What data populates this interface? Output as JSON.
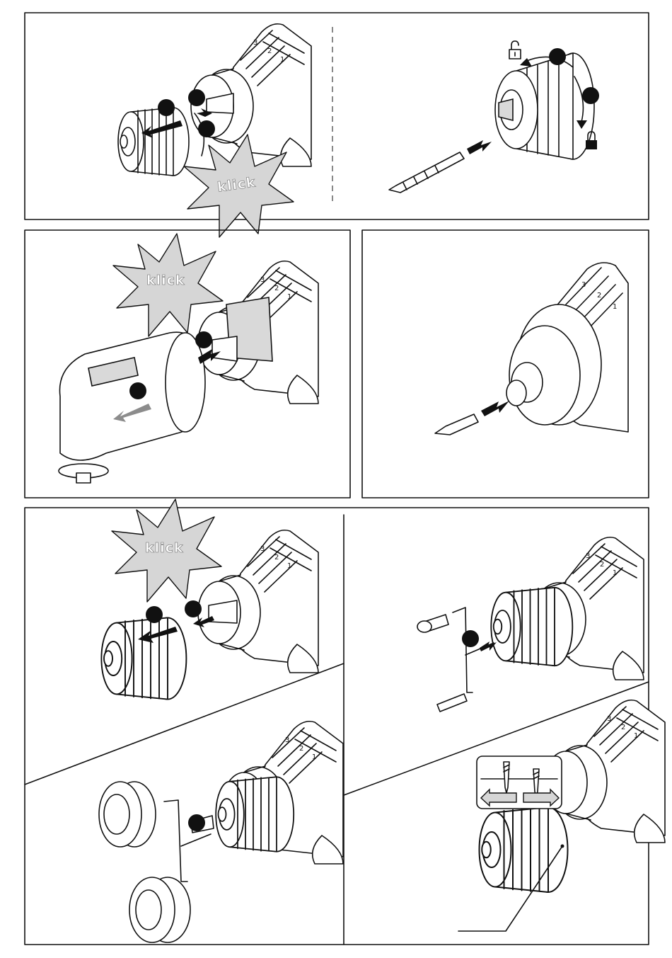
{
  "burst_label": "klick",
  "dial_numbers": [
    "3",
    "2",
    "1"
  ],
  "colors": {
    "line": "#111111",
    "arrow": "#111111",
    "grey_arrow": "#8c8c8c",
    "burst_fill": "#d6d6d6",
    "collar_fill": "#d9d9d9"
  },
  "icons": [
    "unlock-icon",
    "lock-icon",
    "arrow-icon",
    "rotate-arrow-icon",
    "klick-burst-icon",
    "drill-icon",
    "chuck-icon",
    "bit-icon",
    "step-number-dot",
    "screw-depth-icon"
  ],
  "panels": [
    {
      "id": "remove-chuck",
      "burst": true
    },
    {
      "id": "insert-drill-bit",
      "lock_icons": true
    },
    {
      "id": "angle-attachment",
      "burst": true
    },
    {
      "id": "insert-screw-bit",
      "burst": false
    },
    {
      "id": "remove-keyless-chuck",
      "burst": true
    },
    {
      "id": "insert-bit-holder",
      "burst": false
    },
    {
      "id": "torque-collar-options",
      "burst": false
    },
    {
      "id": "torque-setting",
      "burst": false
    }
  ]
}
